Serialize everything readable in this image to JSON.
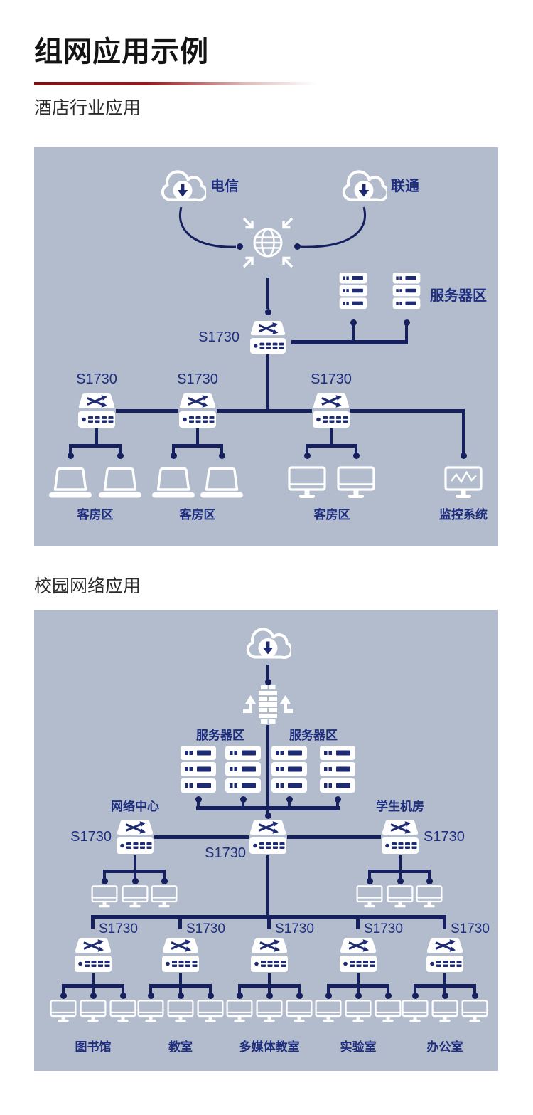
{
  "page": {
    "title": "组网应用示例"
  },
  "hotel": {
    "heading": "酒店行业应用",
    "isp_left": "电信",
    "isp_right": "联通",
    "server_area_label": "服务器区",
    "core_switch_label": "S1730",
    "access_switch_labels": [
      "S1730",
      "S1730",
      "S1730"
    ],
    "group_labels": [
      "客房区",
      "客房区",
      "客房区"
    ],
    "monitoring_label": "监控系统"
  },
  "campus": {
    "heading": "校园网络应用",
    "server_area_labels": [
      "服务器区",
      "服务器区"
    ],
    "network_center_label": "网络中心",
    "student_room_label": "学生机房",
    "core_switch_label": "S1730",
    "left_switch_label": "S1730",
    "right_switch_label": "S1730",
    "floor_switch_labels": [
      "S1730",
      "S1730",
      "S1730",
      "S1730",
      "S1730"
    ],
    "floor_group_labels": [
      "图书馆",
      "教室",
      "多媒体教室",
      "实验室",
      "办公室"
    ]
  },
  "colors": {
    "accent_red": "#8f1418",
    "navy_line": "#16205e",
    "navy_text": "#1e2d7d",
    "icon_navy": "#1e2a72",
    "panel_background": "#b2bccd",
    "icon_white": "#ffffff"
  }
}
